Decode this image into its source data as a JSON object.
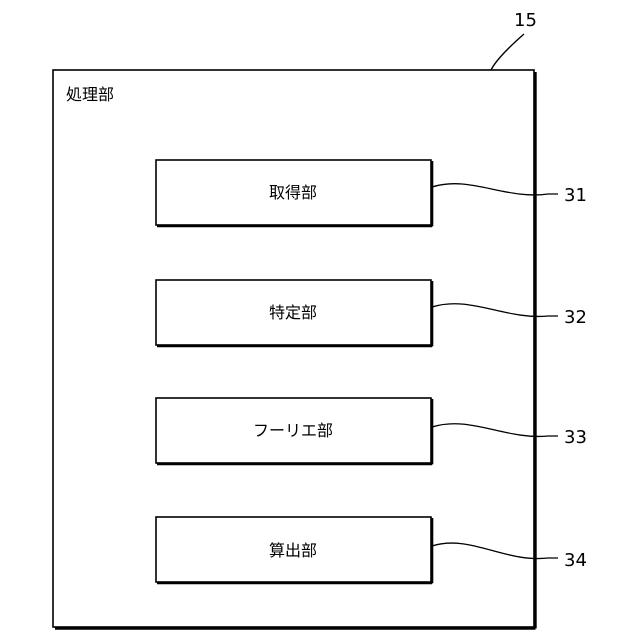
{
  "figure": {
    "ref_number": "15",
    "container_title": "処理部",
    "blocks": [
      {
        "label": "取得部",
        "ref": "31"
      },
      {
        "label": "特定部",
        "ref": "32"
      },
      {
        "label": "フーリエ部",
        "ref": "33"
      },
      {
        "label": "算出部",
        "ref": "34"
      }
    ]
  }
}
